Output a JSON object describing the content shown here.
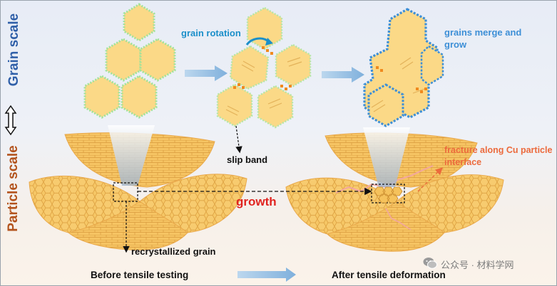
{
  "side_labels": {
    "grain": "Grain scale",
    "particle": "Particle scale"
  },
  "labels": {
    "grain_rotation": "grain rotation",
    "grains_merge": "grains merge and grow",
    "slip_band": "slip band",
    "fracture": "fracture along Cu particle interface",
    "growth": "growth",
    "recrystallized": "recrystallized grain"
  },
  "captions": {
    "before": "Before tensile testing",
    "after": "After tensile deformation"
  },
  "watermark": "公众号 · 材料学网",
  "colors": {
    "grain_fill": "#fbd987",
    "grain_edge": "#f6c660",
    "green_boundary": "#8fdc8a",
    "blue_boundary": "#3d8fd6",
    "particle_fill": "#f4bd5a",
    "particle_dark": "#e4a23f",
    "arrow_blue": "#9dc3e6",
    "growth_red": "#e0231f",
    "fracture_orange": "#ec6a3c",
    "grain_scale_text": "#2f5fa8",
    "particle_scale_text": "#b3531d"
  },
  "icons": [
    "double-arrow-icon",
    "rotation-arrow-icon",
    "wechat-icon"
  ]
}
